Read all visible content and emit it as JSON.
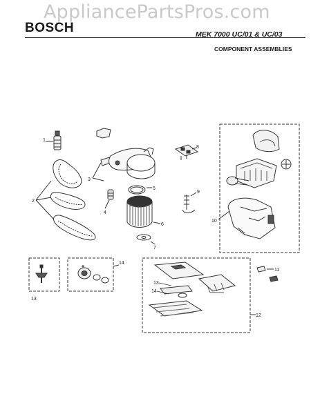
{
  "watermark": "AppliancePartsPros.com",
  "header": {
    "brand": "BOSCH",
    "model": "MEK 7000 UC/01 & UC/03",
    "section": "COMPONENT ASSEMBLIES"
  },
  "callouts": [
    "1",
    "2",
    "3",
    "4",
    "5",
    "6",
    "7",
    "8",
    "9",
    "10",
    "11",
    "12",
    "13",
    "14",
    "13",
    "14"
  ]
}
